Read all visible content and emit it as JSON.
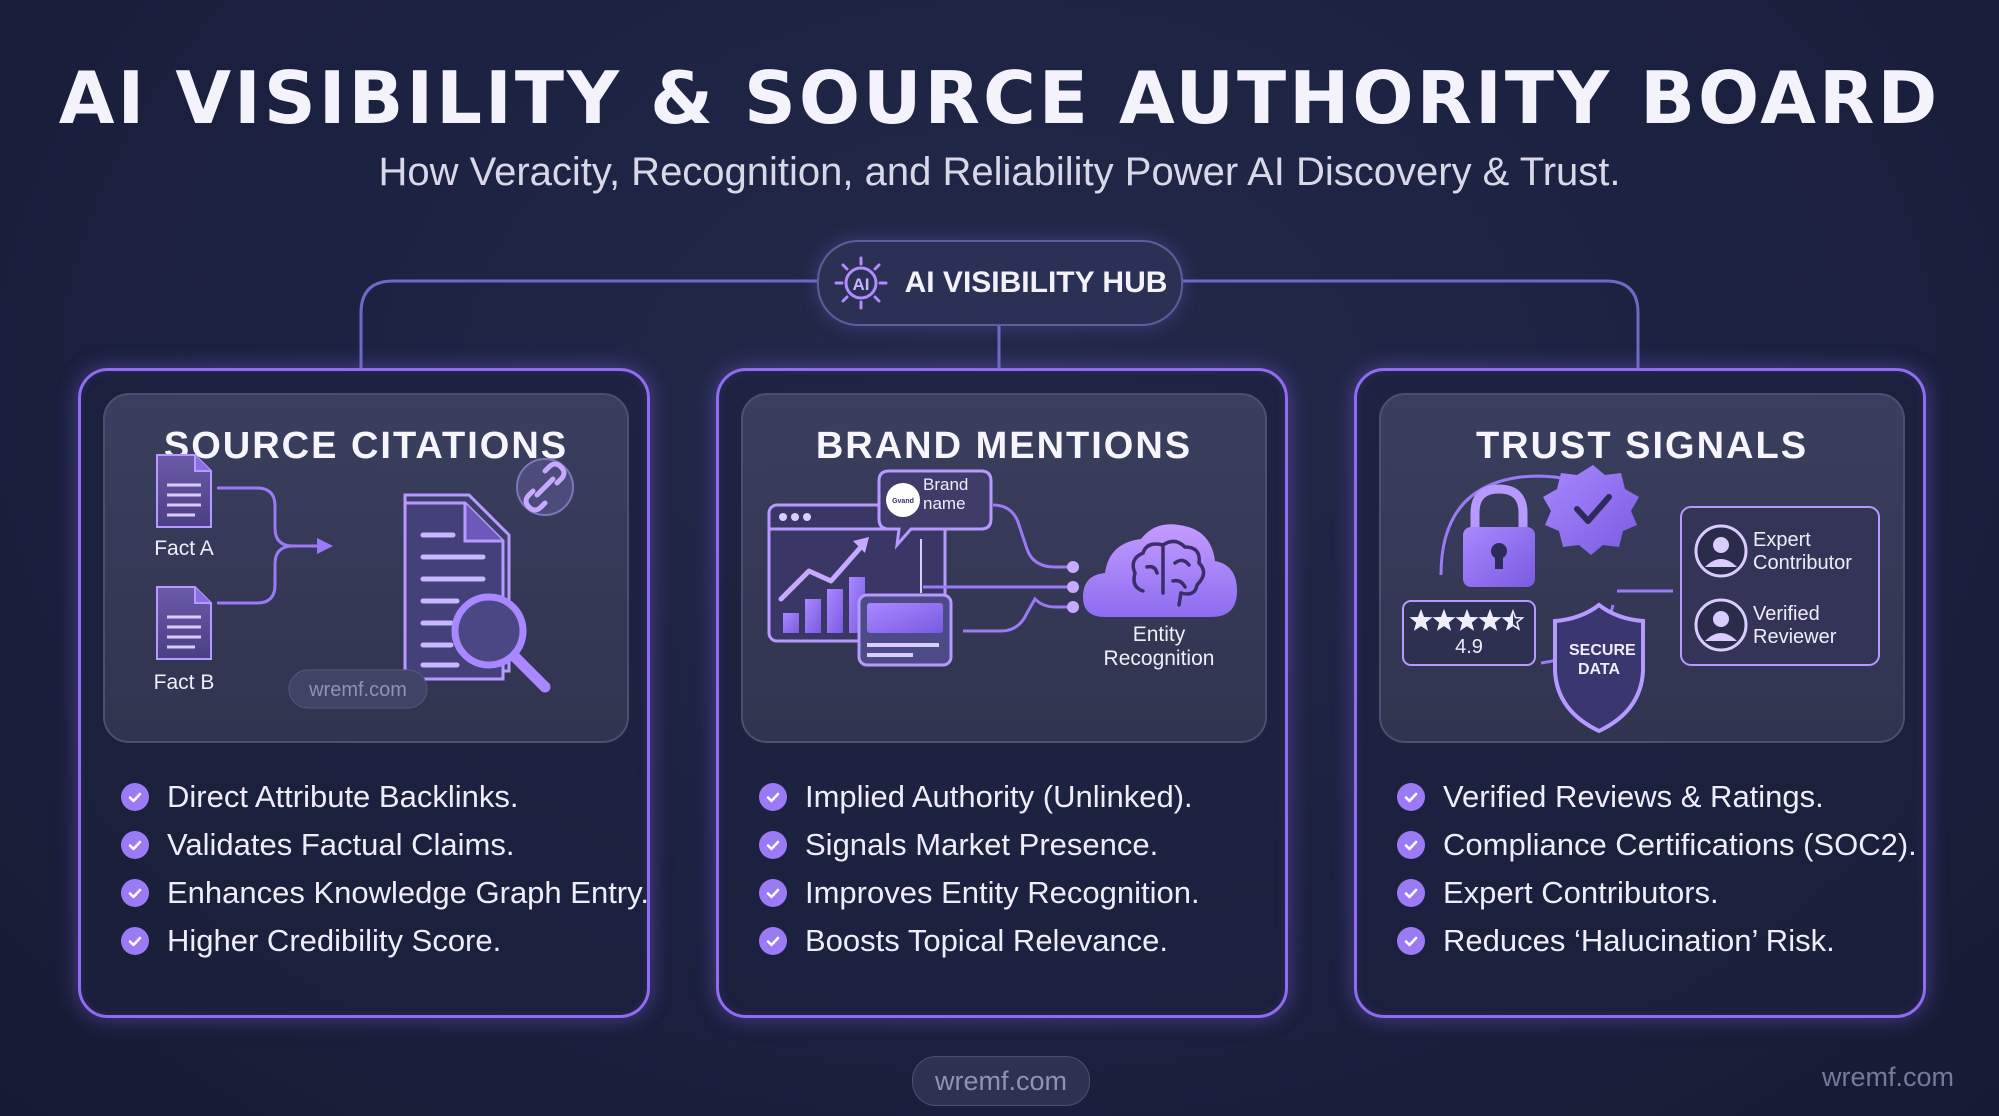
{
  "header": {
    "title": "AI VISIBILITY & SOURCE AUTHORITY BOARD",
    "subtitle": "How Veracity, Recognition, and Reliability Power AI Discovery & Trust."
  },
  "hub": {
    "label": "AI VISIBILITY HUB",
    "badge_text": "AI",
    "icon": "ai-chip-icon"
  },
  "cards": [
    {
      "title": "SOURCE CITATIONS",
      "illustration": {
        "fact_a": "Fact A",
        "fact_b": "Fact B",
        "watermark": "wremf.com",
        "icons": [
          "document-icon",
          "link-icon",
          "magnifier-icon"
        ]
      },
      "bullets": [
        "Direct Attribute Backlinks.",
        "Validates Factual Claims.",
        "Enhances Knowledge Graph Entry.",
        "Higher Credibility Score."
      ]
    },
    {
      "title": "BRAND MENTIONS",
      "illustration": {
        "brand_name": "Brand name",
        "brand_logo_text": "Gvand",
        "entity": "Entity Recognition",
        "icons": [
          "browser-chart-icon",
          "speech-bubble-icon",
          "cloud-brain-icon"
        ]
      },
      "bullets": [
        "Implied Authority (Unlinked).",
        "Signals Market Presence.",
        "Improves Entity Recognition.",
        "Boosts Topical Relevance."
      ]
    },
    {
      "title": "TRUST SIGNALS",
      "illustration": {
        "rating": "4.9",
        "rating_stars": 4.5,
        "secure_data": "SECURE DATA",
        "expert": "Expert Contributor",
        "verified": "Verified Reviewer",
        "icons": [
          "padlock-icon",
          "verified-badge-icon",
          "shield-icon",
          "user-icon"
        ]
      },
      "bullets": [
        "Verified Reviews & Ratings.",
        "Compliance Certifications (SOC2).",
        "Expert Contributors.",
        "Reduces ‘Halucination’ Risk."
      ]
    }
  ],
  "watermarks": {
    "center": "wremf.com",
    "corner": "wremf.com"
  },
  "colors": {
    "background": "#1b2140",
    "accent": "#8f6cf0",
    "check": "#9a7af5",
    "panel": "#363a58"
  }
}
